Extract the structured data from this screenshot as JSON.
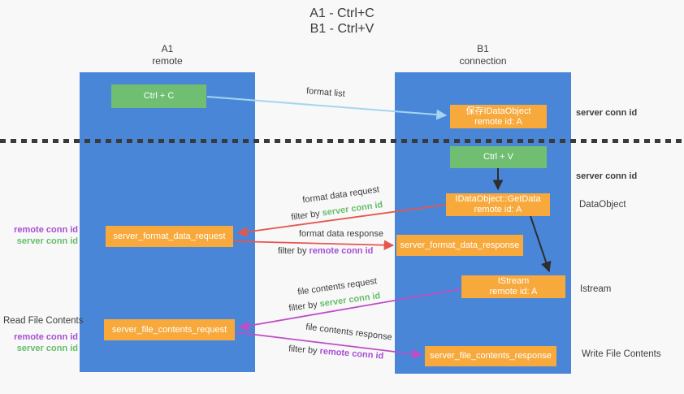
{
  "title": {
    "line1": "A1 - Ctrl+C",
    "line2": "B1 - Ctrl+V"
  },
  "lanes": {
    "left": {
      "title": "A1",
      "subtitle": "remote"
    },
    "right": {
      "title": "B1",
      "subtitle": "connection"
    }
  },
  "nodes": {
    "ctrl_c": {
      "label": "Ctrl + C"
    },
    "save_idataobject": {
      "line1": "保存IDataObject",
      "line2": "remote id: A"
    },
    "ctrl_v": {
      "label": "Ctrl + V"
    },
    "getdata": {
      "line1": "IDataObject::GetData",
      "line2": "remote id: A"
    },
    "format_request": {
      "label": "server_format_data_request"
    },
    "format_response": {
      "label": "server_format_data_response"
    },
    "istream": {
      "line1": "IStream",
      "line2": "remote id: A"
    },
    "file_request": {
      "label": "server_file_contents_request"
    },
    "file_response": {
      "label": "server_file_contents_response"
    }
  },
  "edges": {
    "format_list": {
      "label": "format list"
    },
    "format_data_request": {
      "label": "format data request",
      "filter_prefix": "filter by ",
      "filter_key": "server conn id"
    },
    "format_data_response": {
      "label": "format data response",
      "filter_prefix": "filter by ",
      "filter_key": "remote conn id"
    },
    "file_contents_request": {
      "label": "file contents request",
      "filter_prefix": "filter by ",
      "filter_key": "server conn id"
    },
    "file_contents_response": {
      "label": "file contents response",
      "filter_prefix": "filter by ",
      "filter_key": "remote conn id"
    }
  },
  "side_labels": {
    "left_format": {
      "line1": "remote conn id",
      "line2": "server conn id"
    },
    "left_file": {
      "title": "Read File Contents",
      "line1": "remote conn id",
      "line2": "server conn id"
    },
    "right_server_conn_top": "server conn id",
    "right_server_conn_mid": "server conn id",
    "right_dataobject": "DataObject",
    "right_istream": "Istream",
    "right_write_file": "Write File Contents"
  },
  "colors": {
    "background": "#f8f8f8",
    "lane_blue": "#4a86d8",
    "node_green": "#6fbe72",
    "node_orange": "#f7a93c",
    "arrow_red": "#e4574e",
    "arrow_magenta": "#bd4ec6",
    "arrow_lightblue": "#a5d5f0",
    "arrow_black": "#2e2e2e",
    "dotted_line": "#3a3a3a",
    "text_green": "#67bd6b",
    "text_purple": "#a74fd3",
    "text_dark": "#3d3d3d"
  }
}
